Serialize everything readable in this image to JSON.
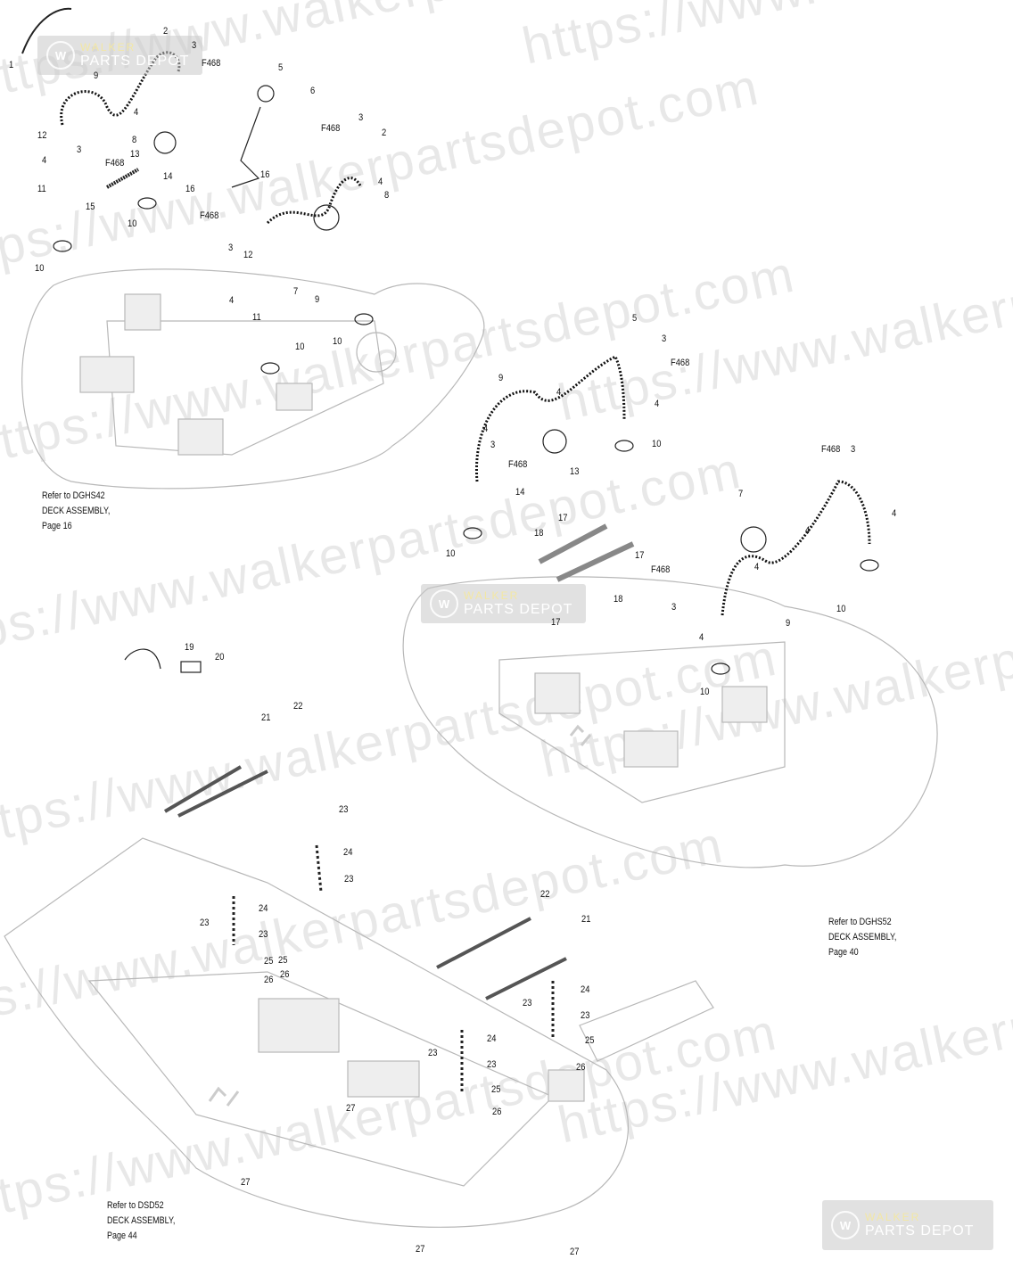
{
  "watermark": {
    "text": "https://www.walkerpartsdepot.com"
  },
  "logo": {
    "line1": "WALKER",
    "line2": "PARTS DEPOT",
    "mark": "W"
  },
  "references": [
    {
      "line1": "Refer to DGHS42",
      "line2": "DECK ASSEMBLY,",
      "line3": "Page 16"
    },
    {
      "line1": "Refer to DGHS52",
      "line2": "DECK ASSEMBLY,",
      "line3": "Page 40"
    },
    {
      "line1": "Refer to DSD52",
      "line2": "DECK ASSEMBLY,",
      "line3": "Page 44"
    }
  ],
  "callouts": [
    "1",
    "2",
    "3",
    "F468",
    "9",
    "5",
    "6",
    "4",
    "8",
    "12",
    "4",
    "3",
    "13",
    "F468",
    "14",
    "11",
    "15",
    "16",
    "16",
    "10",
    "F468",
    "10",
    "3",
    "12",
    "7",
    "9",
    "4",
    "11",
    "10",
    "10",
    "F468",
    "3",
    "2",
    "4",
    "8",
    "5",
    "3",
    "F468",
    "9",
    "4",
    "4",
    "4",
    "10",
    "3",
    "F468",
    "13",
    "14",
    "17",
    "18",
    "10",
    "17",
    "F468",
    "18",
    "17",
    "F468",
    "3",
    "7",
    "4",
    "4",
    "4",
    "3",
    "9",
    "10",
    "4",
    "10",
    "19",
    "20",
    "21",
    "22",
    "23",
    "24",
    "23",
    "23",
    "24",
    "23",
    "25",
    "25",
    "26",
    "26",
    "22",
    "21",
    "24",
    "23",
    "23",
    "23",
    "24",
    "23",
    "25",
    "26",
    "25",
    "26",
    "27",
    "27",
    "27",
    "27"
  ]
}
